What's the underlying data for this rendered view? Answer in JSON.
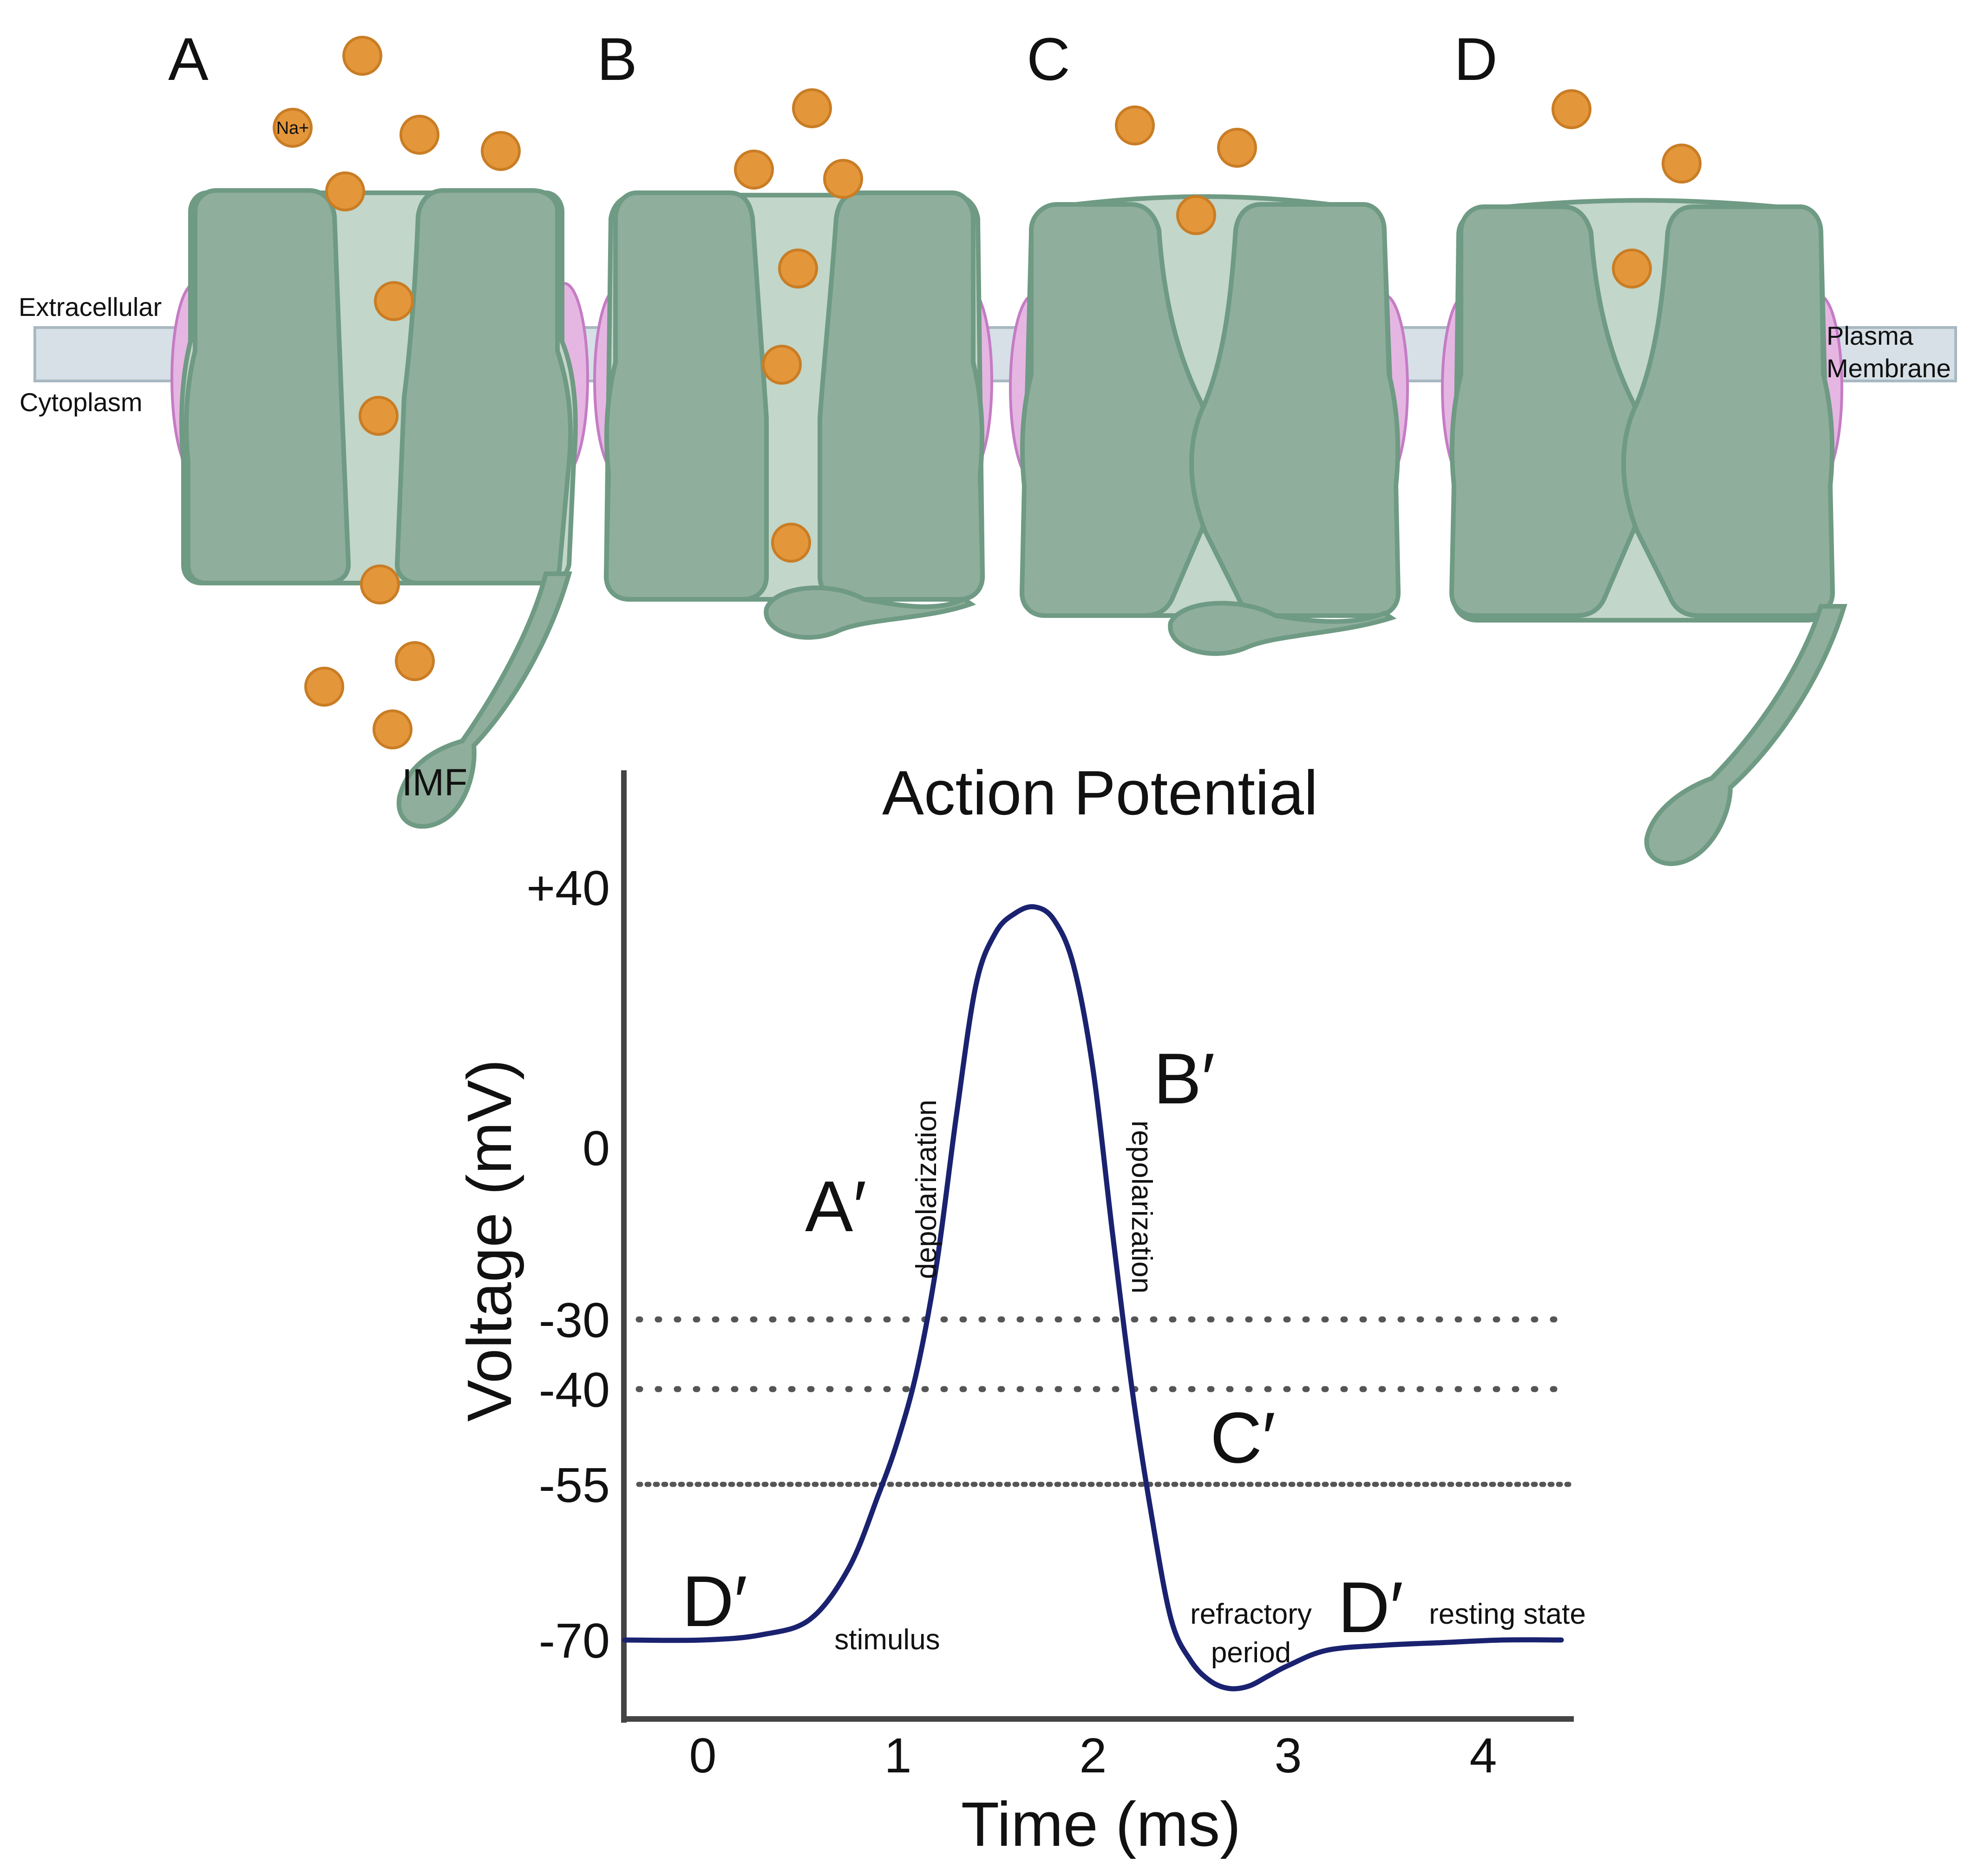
{
  "panels": {
    "a": "A",
    "b": "B",
    "c": "C",
    "d": "D"
  },
  "labels": {
    "extracellular": "Extracellular",
    "cytoplasm": "Cytoplasm",
    "plasma_membrane_1": "Plasma",
    "plasma_membrane_2": "Membrane",
    "na_ion": "Na+",
    "imf": "IMF"
  },
  "colors": {
    "channel_fill": "#8fae9b",
    "channel_stroke": "#6f9a83",
    "pore_fill": "#c2d6c9",
    "membrane_fill": "#d6e0e6",
    "lipid_pink": "#e6b6e3",
    "sodium_ion": "#e4963a",
    "curve": "#1a2270"
  },
  "chart_data": {
    "type": "line",
    "title": "Action Potential",
    "xlabel": "Time (ms)",
    "ylabel": "Voltage (mV)",
    "x_ticks": [
      "0",
      "1",
      "2",
      "3",
      "4"
    ],
    "y_ticks": [
      "+40",
      "0",
      "-30",
      "-40",
      "-55",
      "-70"
    ],
    "threshold_lines": [
      -30,
      -40,
      -55
    ],
    "grid": false,
    "series": [
      {
        "x": [
          -0.4,
          0.0,
          0.3,
          0.55,
          0.75,
          0.9,
          1.0,
          1.1,
          1.2,
          1.3,
          1.4,
          1.5,
          1.6,
          1.7,
          1.8,
          1.9,
          2.0,
          2.1,
          2.2,
          2.3,
          2.4,
          2.5,
          2.6,
          2.7,
          2.8,
          2.9,
          3.0,
          3.2,
          3.5,
          3.8,
          4.1,
          4.4
        ],
        "y": [
          -70,
          -70,
          -69.5,
          -68,
          -63,
          -56,
          -48,
          -37,
          -20,
          5,
          25,
          33,
          36,
          37,
          35,
          28,
          12,
          -15,
          -40,
          -58,
          -68,
          -74,
          -78,
          -79.5,
          -79,
          -77,
          -75,
          -72,
          -71,
          -70.5,
          -70,
          -70
        ]
      }
    ],
    "phase_labels": [
      "A′",
      "B′",
      "C′",
      "D′",
      "D′"
    ],
    "annotations": [
      "depolarization",
      "repolarization",
      "stimulus",
      "refractory",
      "period",
      "resting state"
    ]
  }
}
